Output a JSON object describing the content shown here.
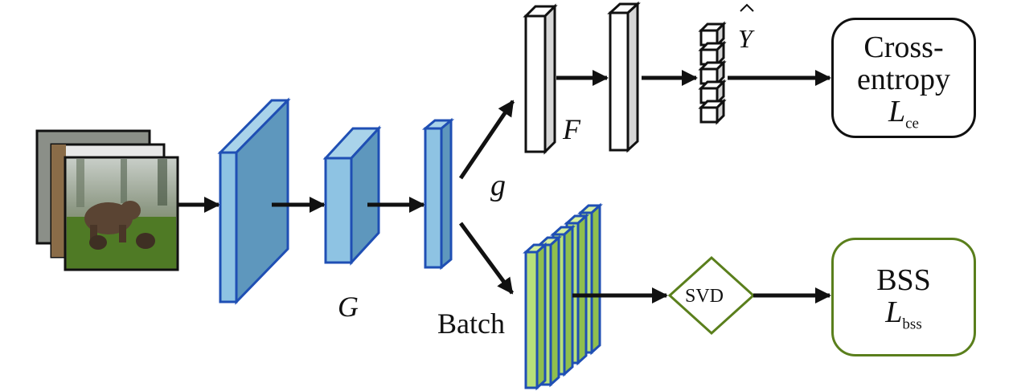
{
  "labels": {
    "g_upper": "G",
    "g_lower": "g",
    "f": "F",
    "batch": "Batch",
    "y_hat": "Y",
    "svd": "SVD"
  },
  "ce_box": {
    "line1": "Cross-",
    "line2": "entropy",
    "loss_symbol": "L",
    "loss_sub": "ce"
  },
  "bss_box": {
    "line1": "BSS",
    "loss_symbol": "L",
    "loss_sub": "bss"
  },
  "colors": {
    "blue_front": "#8ec3e3",
    "blue_side": "#5e97bd",
    "blue_edge": "#1f4fb4",
    "green_fill": "#b7e07a",
    "green_edge": "#1f4fb4",
    "gray_side": "#d6d6d6",
    "olive": "#5a7f1c",
    "arrow": "#111111"
  }
}
